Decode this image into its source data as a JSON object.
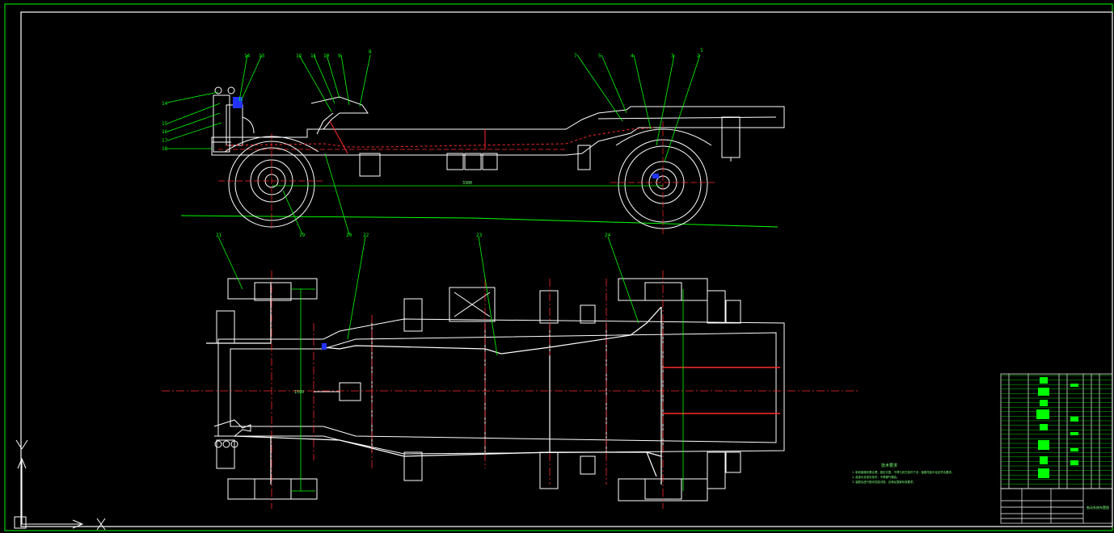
{
  "drawing": {
    "colors": {
      "background": "#000000",
      "frame": "#00ff00",
      "outline": "#ffffff",
      "center": "#ff2a2a",
      "leader": "#00ff00",
      "accent": "#2233ff"
    },
    "side_view_callouts": [
      "14",
      "13",
      "12",
      "11",
      "10",
      "9",
      "8",
      "7",
      "5",
      "4",
      "3",
      "2",
      "1"
    ],
    "side_view_left_callouts": [
      "14",
      "15",
      "16",
      "17",
      "18"
    ],
    "bottom_callouts": [
      "19",
      "20",
      "21",
      "22",
      "23",
      "24"
    ],
    "dimension_side": "3300",
    "dimension_plan": "1590",
    "notes": {
      "title": "技术要求",
      "lines": [
        "1.制动管路布置合理，固定可靠，不得与其它部件干涉，管路弯曲半径应符合要求。",
        "2.各接头处密封良好，不得漏气漏油。",
        "3.装配后进行制动性能试验，应满足国家标准要求。"
      ]
    },
    "title_block": {
      "drawing_name": "制动系统布置图"
    },
    "ucs": {
      "x_label": "X",
      "y_label": "Y"
    }
  }
}
